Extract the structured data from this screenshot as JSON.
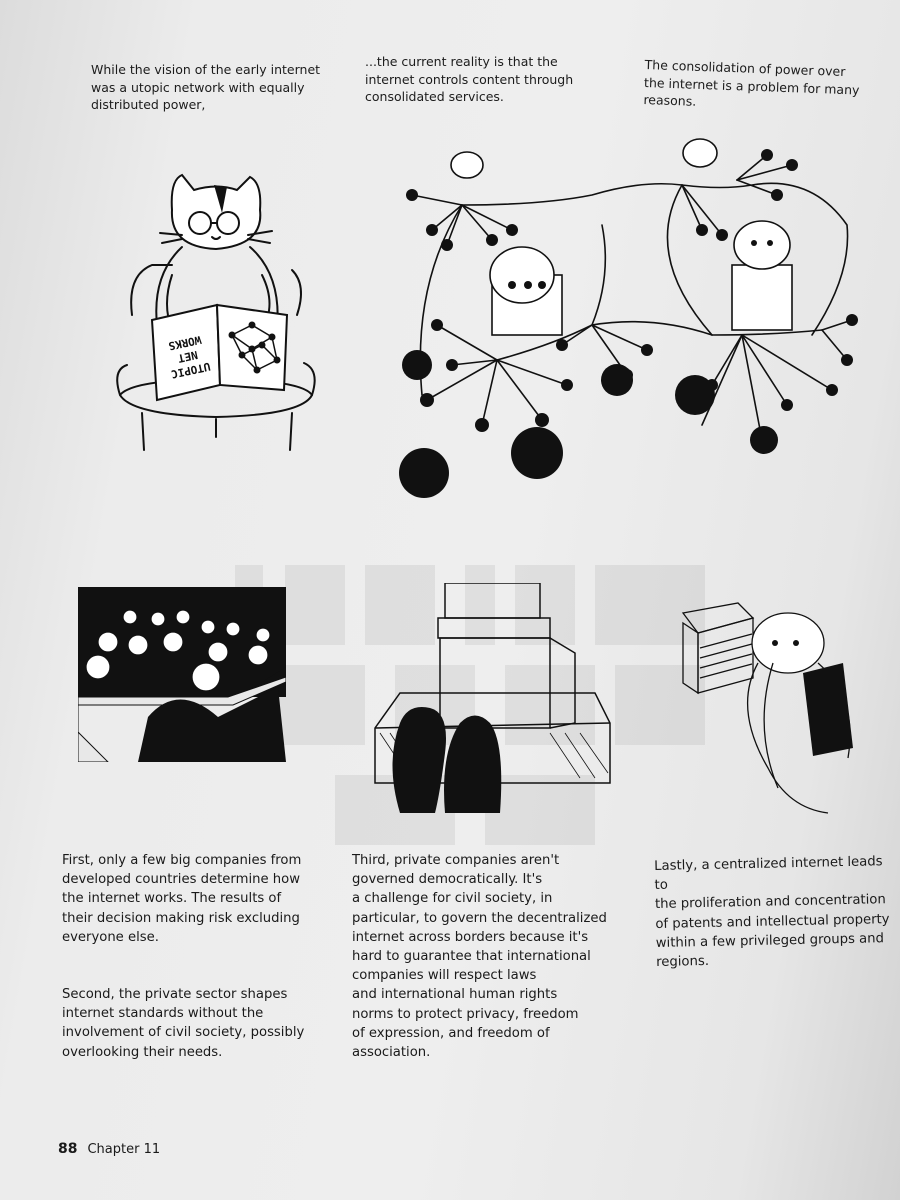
{
  "captions": {
    "left": "While the vision of the early internet\nwas a utopic network with equally\ndistributed power,",
    "middle": "...the current reality is that the\ninternet controls content through\nconsolidated services.",
    "right": "The consolidation of power over\nthe internet is a problem for many\nreasons."
  },
  "illustrations": {
    "book_cover_text": [
      "UTOPIC",
      "NET",
      "WORKS"
    ]
  },
  "paragraphs": {
    "first": "First, only a few big companies from\ndeveloped countries determine how\nthe internet works. The results of\ntheir decision making risk excluding\neveryone else.",
    "second": "Second, the private sector shapes\ninternet standards without the\ninvolvement of civil society, possibly\noverlooking their needs.",
    "third": "Third, private companies aren't\ngoverned democratically. It's\na challenge for civil society, in\nparticular, to govern the decentralized\ninternet across borders because it's\nhard to guarantee that international\ncompanies will respect laws\nand international human rights\nnorms to protect privacy, freedom\nof expression, and freedom of\nassociation.",
    "last": "Lastly, a centralized internet leads to\nthe proliferation and concentration\nof patents and intellectual property\nwithin a few privileged groups and\nregions."
  },
  "footer": {
    "page_number": "88",
    "chapter": "Chapter 11"
  }
}
